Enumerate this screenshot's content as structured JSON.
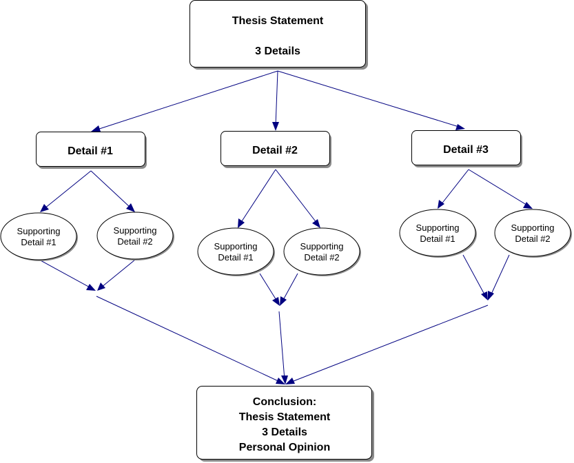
{
  "thesis": {
    "line1": "Thesis Statement",
    "line2": "3 Details"
  },
  "details": [
    {
      "label": "Detail #1",
      "supporting": [
        "Supporting",
        "Detail #1",
        "Supporting",
        "Detail #2"
      ]
    },
    {
      "label": "Detail #2",
      "supporting": [
        "Supporting",
        "Detail #1",
        "Supporting",
        "Detail #2"
      ]
    },
    {
      "label": "Detail #3",
      "supporting": [
        "Supporting",
        "Detail #1",
        "Supporting",
        "Detail #2"
      ]
    }
  ],
  "conclusion": {
    "line1": "Conclusion:",
    "line2": "Thesis Statement",
    "line3": "3 Details",
    "line4": "Personal Opinion"
  },
  "colors": {
    "edge": "#000080",
    "shadow": "#8a8a8a",
    "node_fill": "#ffffff",
    "node_border": "#000000"
  }
}
